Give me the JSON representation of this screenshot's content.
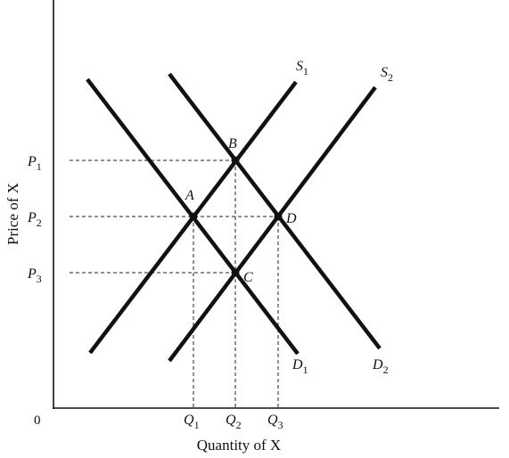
{
  "diagram": {
    "x_axis_label": "Quantity of X",
    "y_axis_label": "Price of  X",
    "origin_label": "0",
    "price_levels": [
      {
        "id": "P1",
        "main": "P",
        "sub": "1"
      },
      {
        "id": "P2",
        "main": "P",
        "sub": "2"
      },
      {
        "id": "P3",
        "main": "P",
        "sub": "3"
      }
    ],
    "quantity_levels": [
      {
        "id": "Q1",
        "main": "Q",
        "sub": "1"
      },
      {
        "id": "Q2",
        "main": "Q",
        "sub": "2"
      },
      {
        "id": "Q3",
        "main": "Q",
        "sub": "3"
      }
    ],
    "curves": [
      {
        "id": "S1",
        "main": "S",
        "sub": "1",
        "kind": "supply"
      },
      {
        "id": "S2",
        "main": "S",
        "sub": "2",
        "kind": "supply"
      },
      {
        "id": "D1",
        "main": "D",
        "sub": "1",
        "kind": "demand"
      },
      {
        "id": "D2",
        "main": "D",
        "sub": "2",
        "kind": "demand"
      }
    ],
    "equilibria": [
      {
        "id": "A",
        "label": "A",
        "curves": [
          "S1",
          "D1"
        ],
        "price": "P2",
        "quantity": "Q1"
      },
      {
        "id": "B",
        "label": "B",
        "curves": [
          "S1",
          "D2"
        ],
        "price": "P1",
        "quantity": "Q2"
      },
      {
        "id": "C",
        "label": "C",
        "curves": [
          "S2",
          "D1"
        ],
        "price": "P3",
        "quantity": "Q2"
      },
      {
        "id": "D",
        "label": "D",
        "curves": [
          "S2",
          "D2"
        ],
        "price": "P2",
        "quantity": "Q3"
      }
    ]
  }
}
